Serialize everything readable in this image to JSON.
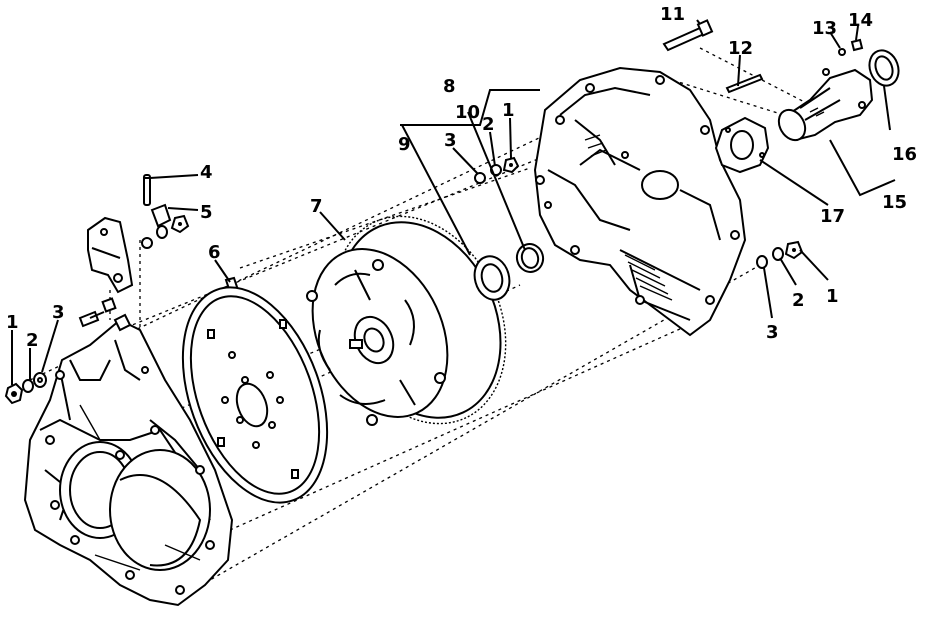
{
  "callouts": [
    {
      "id": "c1a",
      "text": "1"
    },
    {
      "id": "c2a",
      "text": "2"
    },
    {
      "id": "c3a",
      "text": "3"
    },
    {
      "id": "c4",
      "text": "4"
    },
    {
      "id": "c5",
      "text": "5"
    },
    {
      "id": "c6",
      "text": "6"
    },
    {
      "id": "c7",
      "text": "7"
    },
    {
      "id": "c8",
      "text": "8"
    },
    {
      "id": "c9",
      "text": "9"
    },
    {
      "id": "c10",
      "text": "10"
    },
    {
      "id": "c3b",
      "text": "3"
    },
    {
      "id": "c2b",
      "text": "2"
    },
    {
      "id": "c1b",
      "text": "1"
    },
    {
      "id": "c11",
      "text": "11"
    },
    {
      "id": "c12",
      "text": "12"
    },
    {
      "id": "c13",
      "text": "13"
    },
    {
      "id": "c14",
      "text": "14"
    },
    {
      "id": "c16",
      "text": "16"
    },
    {
      "id": "c15",
      "text": "15"
    },
    {
      "id": "c17",
      "text": "17"
    },
    {
      "id": "c1c",
      "text": "1"
    },
    {
      "id": "c2c",
      "text": "2"
    },
    {
      "id": "c3c",
      "text": "3"
    }
  ]
}
